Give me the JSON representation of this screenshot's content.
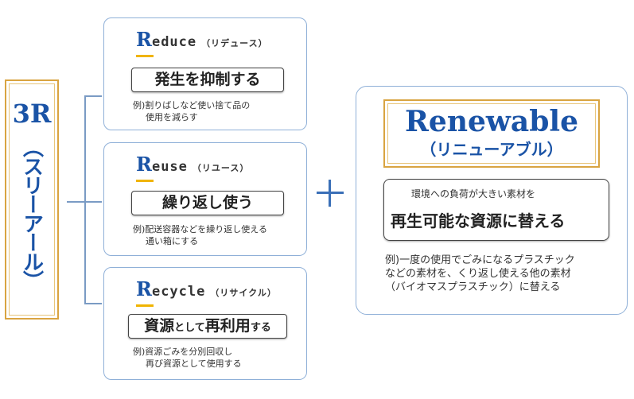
{
  "left_label": {
    "big": "3R",
    "vertical": "（スリーアール）"
  },
  "cards": [
    {
      "initial": "R",
      "rest": "educe",
      "kana": "（リデュース）",
      "action": "発生を抑制する",
      "example_line1": "例)割りばしなど使い捨て品の",
      "example_line2": "使用を減らす"
    },
    {
      "initial": "R",
      "rest": "euse",
      "kana": "（リユース）",
      "action": "繰り返し使う",
      "example_line1": "例)配送容器などを繰り返し使える",
      "example_line2": "通い箱にする"
    },
    {
      "initial": "R",
      "rest": "ecycle",
      "kana": "（リサイクル）",
      "action_big1": "資源",
      "action_small1": "として",
      "action_big2": "再利用",
      "action_small2": "する",
      "example_line1": "例)資源ごみを分別回収し",
      "example_line2": "再び資源として使用する"
    }
  ],
  "plus_symbol": "+",
  "renewable": {
    "title": "Renewable",
    "kana": "（リニューアブル）",
    "inner_top": "環境への負荷が大きい素材を",
    "inner_main": "再生可能な資源に替える",
    "example_line1": "例)一度の使用でごみになるプラスチック",
    "example_line2": "などの素材を、くり返し使える他の素材",
    "example_line3": "（バイオマスプラスチック）に替える"
  }
}
